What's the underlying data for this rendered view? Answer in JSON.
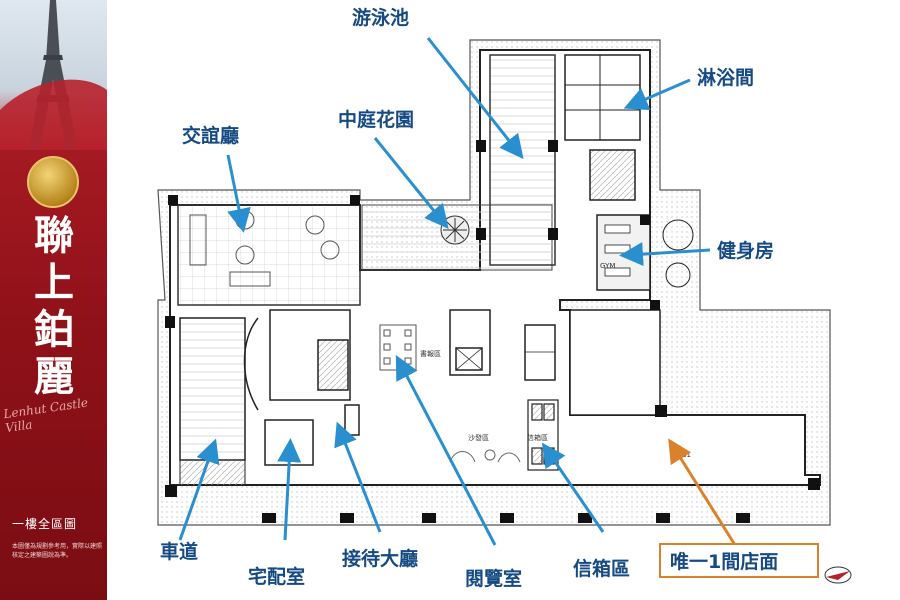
{
  "brand": {
    "name": "聯上鉑麗",
    "script_text": "Lenhut Castle Villa",
    "plan_title": "一樓全區圖",
    "plan_note": "本圖僅為規劃參考用，實際以建照核定之建築圖說為準。"
  },
  "plan": {
    "room_tags": {
      "reading_zone": "書報區",
      "sofa_zone": "沙發區",
      "mailbox_zone": "信箱區",
      "gym": "GYM",
      "shop": "S1"
    }
  },
  "callouts": [
    {
      "id": "swimming-pool",
      "text": "游泳池"
    },
    {
      "id": "shower-room",
      "text": "淋浴間"
    },
    {
      "id": "courtyard-garden",
      "text": "中庭花園"
    },
    {
      "id": "social-hall",
      "text": "交誼廳"
    },
    {
      "id": "gym",
      "text": "健身房"
    },
    {
      "id": "driveway",
      "text": "車道"
    },
    {
      "id": "delivery-room",
      "text": "宅配室"
    },
    {
      "id": "reception-lobby",
      "text": "接待大廳"
    },
    {
      "id": "reading-room",
      "text": "閱覽室"
    },
    {
      "id": "mailbox-area",
      "text": "信箱區"
    },
    {
      "id": "only-shop",
      "text": "唯一1間店面"
    }
  ],
  "colors": {
    "arrow_blue": "#2a8fcf",
    "label_blue": "#154a82",
    "highlight_orange": "#d9822b",
    "brand_red": "#a8161f"
  }
}
